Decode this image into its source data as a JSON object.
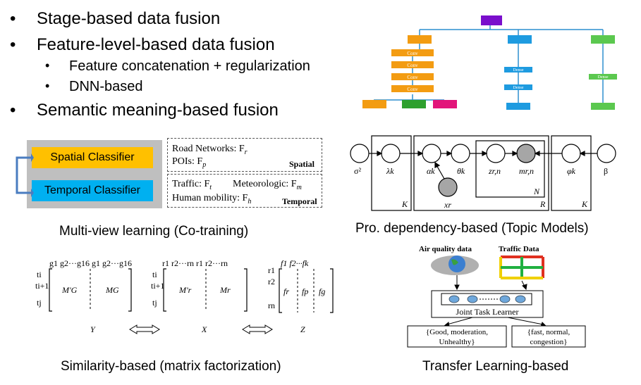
{
  "bullets": {
    "item1": "Stage-based data fusion",
    "item2": "Feature-level-based data fusion",
    "sub1": "Feature concatenation + regularization",
    "sub2": "DNN-based",
    "item3": "Semantic meaning-based fusion"
  },
  "dnn": {
    "conv_label": "Conv",
    "dense_label": "Dense",
    "colors": {
      "top": "#7a0ecc",
      "orange": "#f39c12",
      "blue": "#1e9be0",
      "green": "#5bc84f",
      "dkgreen": "#2ea02e",
      "pink": "#e2157a",
      "line": "#2d8fcf"
    }
  },
  "multiview": {
    "spatial_classifier": "Spatial Classifier",
    "temporal_classifier": "Temporal Classifier",
    "road_networks": "Road Networks: F",
    "road_sub": "r",
    "pois": "POIs:  F",
    "pois_sub": "p",
    "spatial_tag": "Spatial",
    "traffic": "Traffic: F",
    "traffic_sub": "t",
    "meteorologic": "Meteorologic:  F",
    "meteorologic_sub": "m",
    "human_mobility": "Human mobility: F",
    "human_sub": "h",
    "temporal_tag": "Temporal",
    "caption": "Multi-view learning (Co-training)",
    "colors": {
      "spatial": "#ffc000",
      "temporal": "#00b0f0",
      "gray": "#bfbfbf",
      "arrow": "#4a7cc0"
    }
  },
  "topic": {
    "caption": "Pro. dependency-based (Topic Models)",
    "sigma": "σ²",
    "lambda": "λk",
    "alpha": "αk",
    "theta": "θk",
    "z": "zr,n",
    "m": "mr,n",
    "x": "xr",
    "phi": "φk",
    "beta": "β",
    "plate_K1": "K",
    "plate_N": "N",
    "plate_R": "R",
    "plate_K2": "K"
  },
  "matrix": {
    "caption": "Similarity-based (matrix factorization)",
    "Y": "Y",
    "X": "X",
    "Z": "Z",
    "g_head": "g1 g2···g16  g1 g2···g16",
    "r_head": "r1  r2···rn  r1  r2···rn",
    "f_head": "f1   f2···fk",
    "ti": "ti",
    "ti1": "ti+1",
    "tj": "tj",
    "r1": "r1",
    "r2": "r2",
    "rn": "rn",
    "MpG": "M'G",
    "MG": "MG",
    "Mpr": "M'r",
    "Mr": "Mr",
    "fr": "fr",
    "fp": "fp",
    "fg": "fg"
  },
  "transfer": {
    "caption": "Transfer Learning-based",
    "air_quality": "Air quality data",
    "traffic_data": "Traffic Data",
    "joint": "Joint Task Learner",
    "out1_line1": "{Good, moderation,",
    "out1_line2": "Unhealthy}",
    "out2_line1": "{fast, normal,",
    "out2_line2": "congestion}",
    "colors": {
      "node": "#6fa8dc",
      "road_red": "#e03020",
      "road_yellow": "#f0d000",
      "road_green": "#20b040"
    }
  }
}
